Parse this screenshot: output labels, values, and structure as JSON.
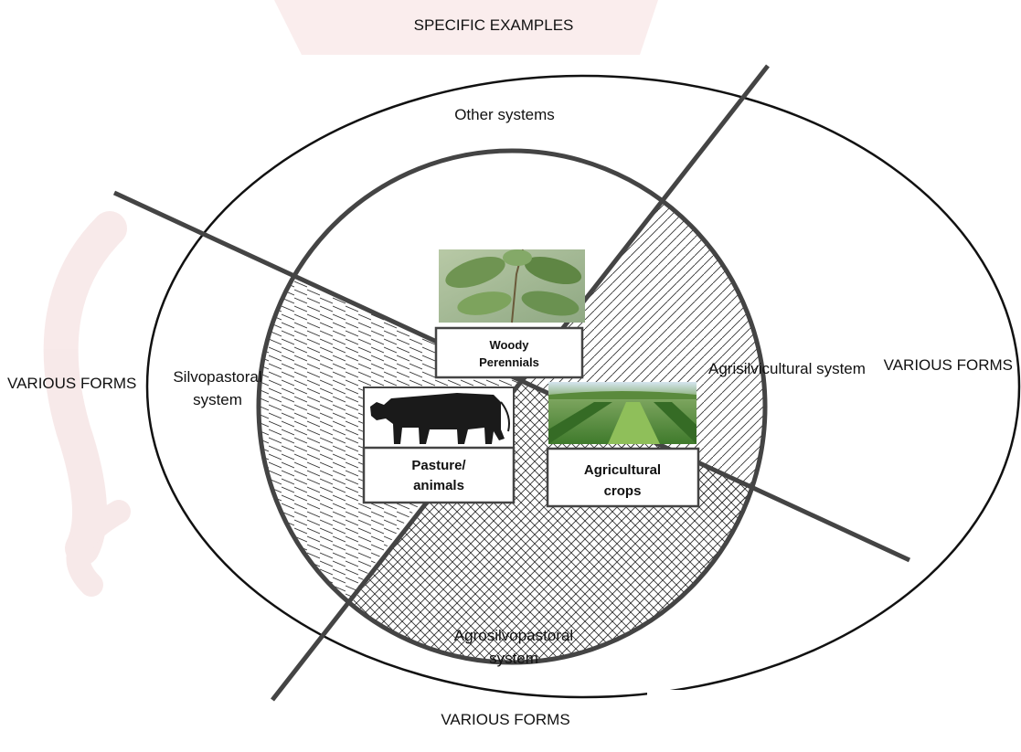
{
  "top_label": "SPECIFIC EXAMPLES",
  "outer_ring_label": "Other systems",
  "left_form_label": "VARIOUS FORMS",
  "right_form_label": "VARIOUS FORMS",
  "bottom_form_label": "VARIOUS FORMS",
  "sectors": {
    "silvopastoral": [
      "Silvopastoral",
      "system"
    ],
    "agrisilvicultural": [
      "Agrisilvicultural system"
    ],
    "agrosilvopastoral": [
      "Agrosilvopastoral",
      "system"
    ]
  },
  "components": {
    "woody": [
      "Woody",
      "Perennials"
    ],
    "pasture": [
      "Pasture/",
      "animals"
    ],
    "crops": [
      "Agricultural",
      "crops"
    ]
  },
  "icons": {
    "woody": "leafy-branch-icon",
    "pasture": "cow-silhouette-icon",
    "crops": "crop-field-icon"
  },
  "colors": {
    "stroke": "#444444",
    "watermark": "#f4d4d4",
    "leaf_light": "#9fb98a",
    "leaf_dark": "#5d7f45",
    "field_green": "#4e8a35",
    "sky": "#cfe3f2"
  }
}
